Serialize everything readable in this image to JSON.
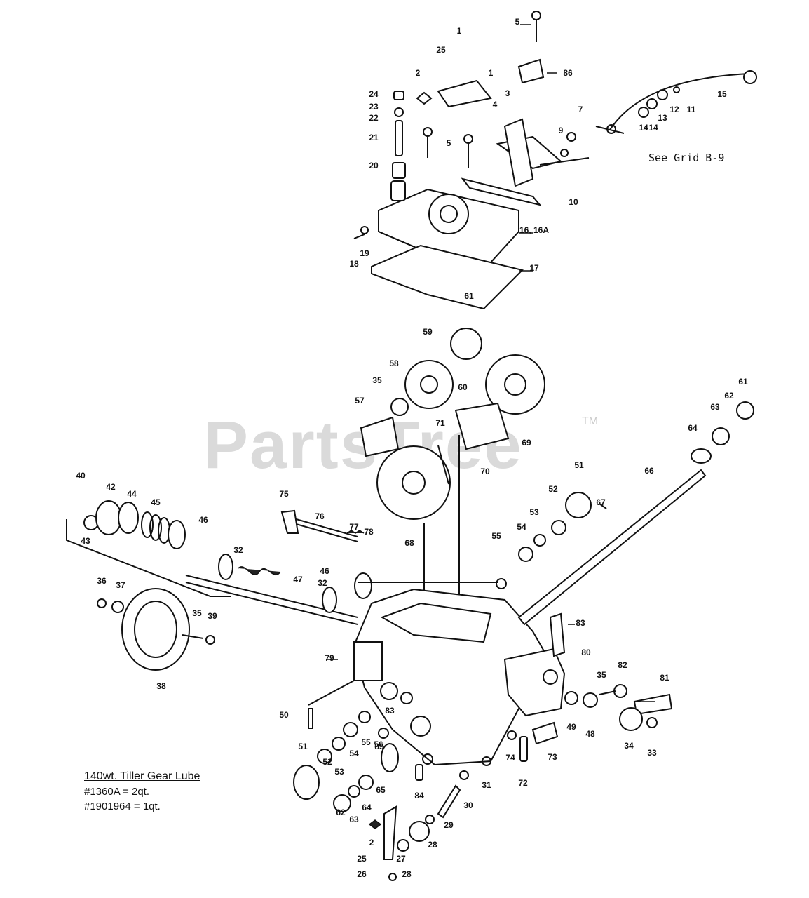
{
  "watermark": "PartsTree",
  "trademark": "TM",
  "grid_reference": "See Grid B-9",
  "lube_note": {
    "title": "140wt. Tiller Gear Lube",
    "lines": [
      "#1360A = 2qt.",
      "#1901964 = 1qt."
    ]
  },
  "part_labels": [
    "1",
    "1",
    "2",
    "2",
    "3",
    "4",
    "5",
    "5",
    "7",
    "9",
    "10",
    "11",
    "12",
    "13",
    "14",
    "14",
    "15",
    "16, 16A",
    "17",
    "18",
    "19",
    "20",
    "21",
    "22",
    "23",
    "24",
    "25",
    "25",
    "26",
    "27",
    "28",
    "28",
    "29",
    "30",
    "31",
    "32",
    "32",
    "33",
    "34",
    "35",
    "35",
    "35",
    "36",
    "37",
    "38",
    "39",
    "40",
    "42",
    "43",
    "44",
    "45",
    "46",
    "46",
    "47",
    "48",
    "49",
    "50",
    "51",
    "51",
    "52",
    "52",
    "53",
    "53",
    "54",
    "54",
    "55",
    "55",
    "56",
    "57",
    "58",
    "59",
    "60",
    "61",
    "61",
    "62",
    "62",
    "63",
    "63",
    "64",
    "64",
    "65",
    "66",
    "67",
    "68",
    "69",
    "70",
    "71",
    "72",
    "73",
    "74",
    "75",
    "76",
    "77",
    "78",
    "79",
    "80",
    "81",
    "82",
    "83",
    "83",
    "84",
    "85",
    "86"
  ]
}
